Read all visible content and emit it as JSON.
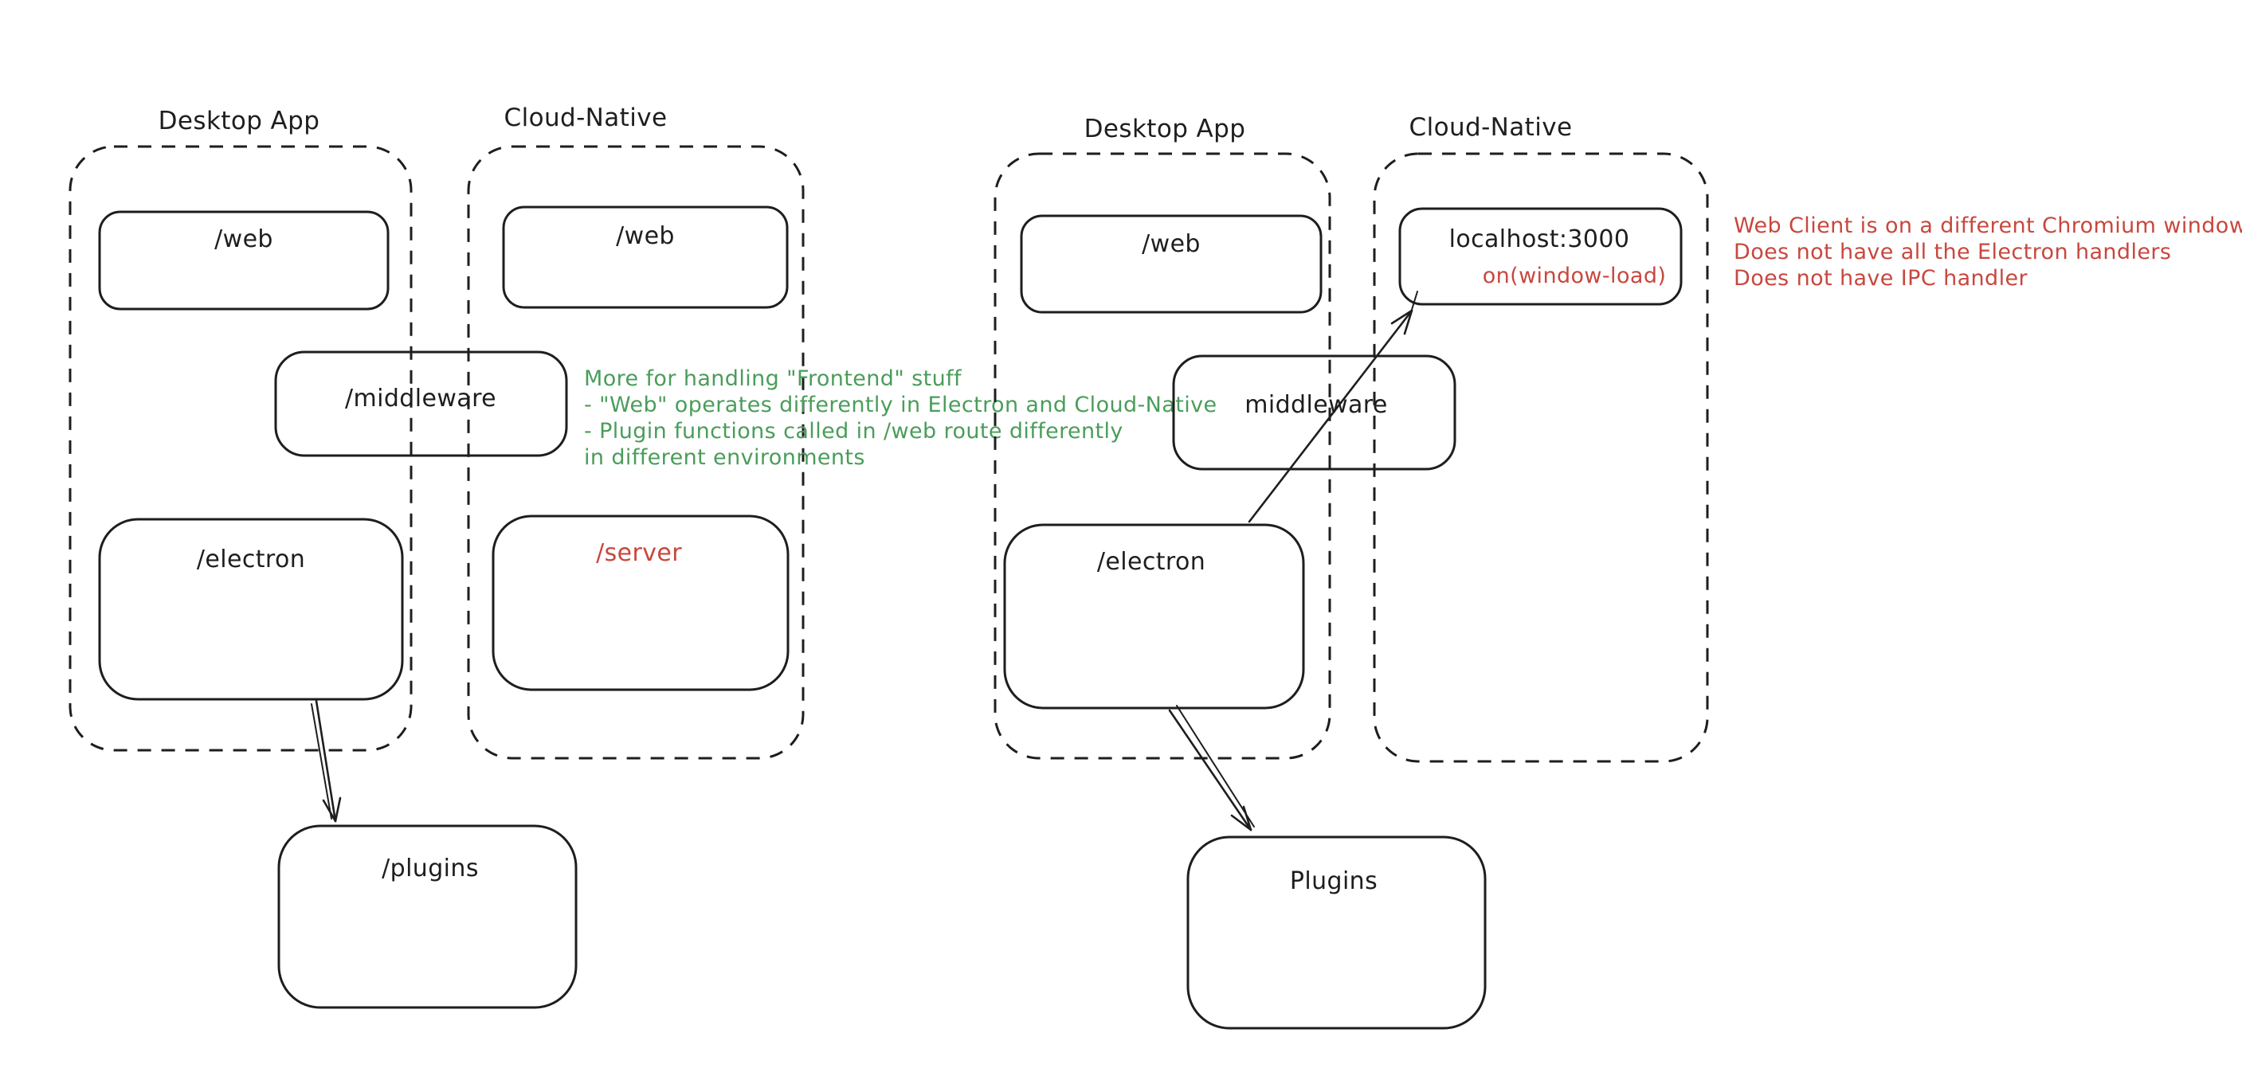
{
  "colors": {
    "ink": "#1e1e1e",
    "green": "#4a9d5a",
    "red": "#c8473e",
    "background": "#ffffff"
  },
  "left": {
    "desktop_title": "Desktop App",
    "cloud_title": "Cloud-Native",
    "boxes": {
      "web_desktop": "/web",
      "web_cloud": "/web",
      "middleware": "/middleware",
      "electron": "/electron",
      "server": "/server",
      "plugins": "/plugins"
    },
    "note_lines": [
      "More for handling \"Frontend\" stuff",
      "- \"Web\" operates differently in Electron and Cloud-Native",
      "- Plugin functions called in /web route differently",
      "in different environments"
    ]
  },
  "right": {
    "desktop_title": "Desktop App",
    "cloud_title": "Cloud-Native",
    "boxes": {
      "web_desktop": "/web",
      "localhost": "localhost:3000",
      "window_load": "on(window-load)",
      "middleware": "middleware",
      "electron": "/electron",
      "plugins": "Plugins"
    },
    "note_lines": [
      "Web Client is on a different Chromium window",
      "Does not have all the Electron handlers",
      "Does not have IPC handler"
    ]
  }
}
